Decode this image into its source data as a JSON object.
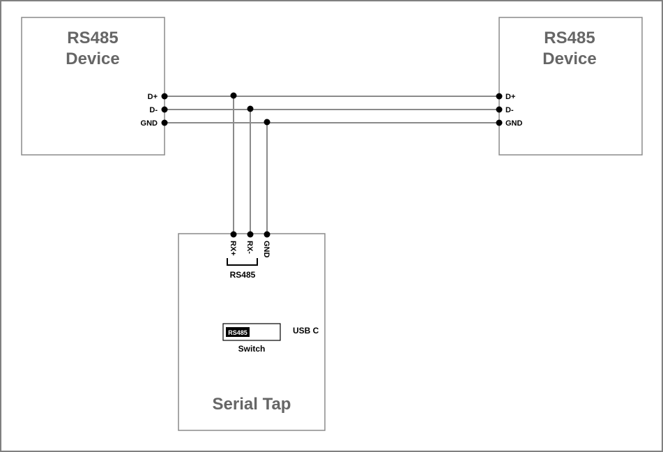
{
  "left_device": {
    "title_line1": "RS485",
    "title_line2": "Device",
    "pins": [
      "D+",
      "D-",
      "GND"
    ]
  },
  "right_device": {
    "title_line1": "RS485",
    "title_line2": "Device",
    "pins": [
      "D+",
      "D-",
      "GND"
    ]
  },
  "serial_tap": {
    "title": "Serial Tap",
    "pins": [
      "RX+",
      "RX-",
      "GND"
    ],
    "bus_label": "RS485",
    "switch_value": "RS485",
    "switch_label": "Switch",
    "usb_label": "USB C"
  },
  "colors": {
    "border": "#808080",
    "box_stroke": "#8a8a8a",
    "title_text": "#666666",
    "connector": "#000000"
  }
}
